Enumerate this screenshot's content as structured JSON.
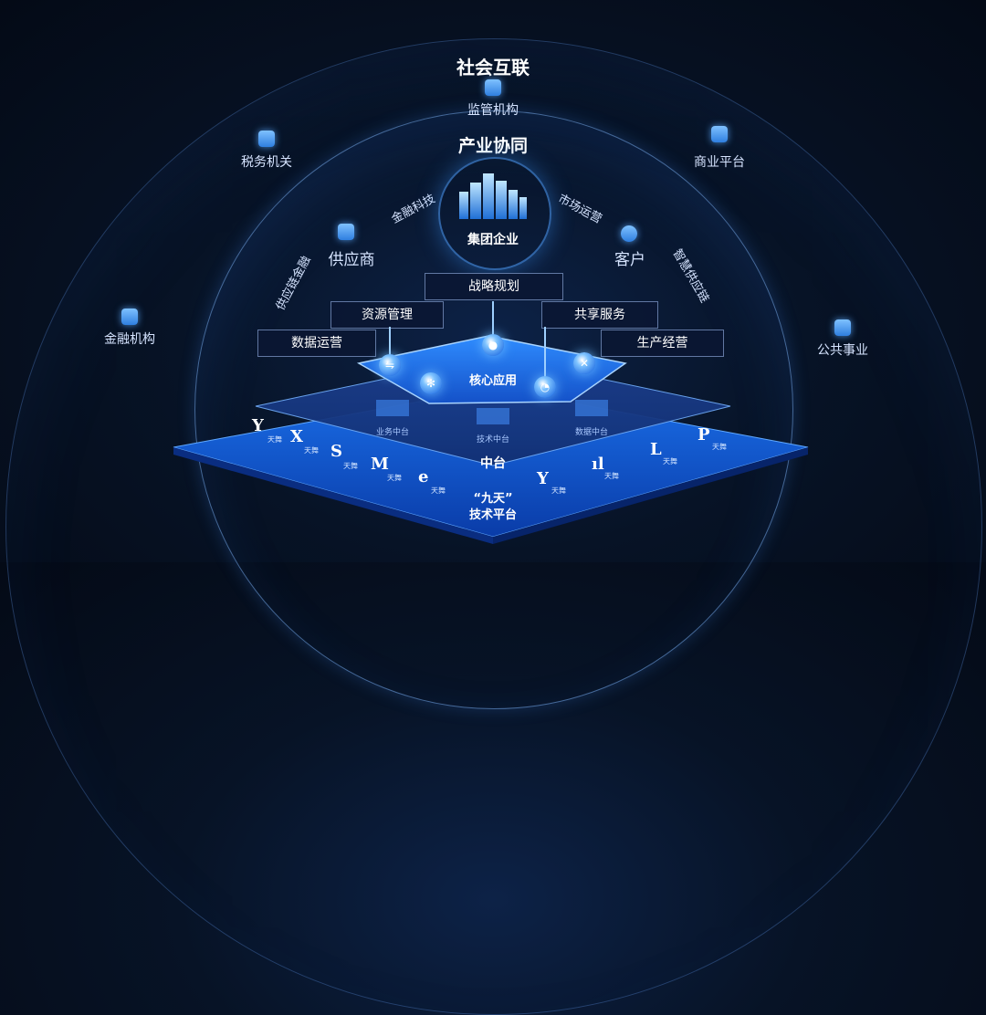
{
  "outer": {
    "title": "社会互联",
    "regulator": "监管机构",
    "tax": "税务机关",
    "commerce": "商业平台",
    "finance_inst": "金融机构",
    "public": "公共事业"
  },
  "inner": {
    "title": "产业协同",
    "fintech": "金融科技",
    "market_ops": "市场运营",
    "supplier": "供应商",
    "customer": "客户",
    "scf": "供应链金融",
    "smart_sc": "智慧供应链",
    "group": "集团企业"
  },
  "boxes": {
    "strategy": "战略规划",
    "resource": "资源管理",
    "shared": "共享服务",
    "data_ops": "数据运营",
    "production": "生产经营"
  },
  "layers": {
    "core": "核心应用",
    "middle": "中台",
    "biz_mid": "业务中台",
    "tech_mid": "技术中台",
    "data_mid": "数据中台",
    "platform_line1": "“九天”",
    "platform_line2": "技术平台"
  },
  "logo_tag": "天舞",
  "colors": {
    "accent": "#2f7fe0",
    "glow": "#7ec3ff"
  }
}
